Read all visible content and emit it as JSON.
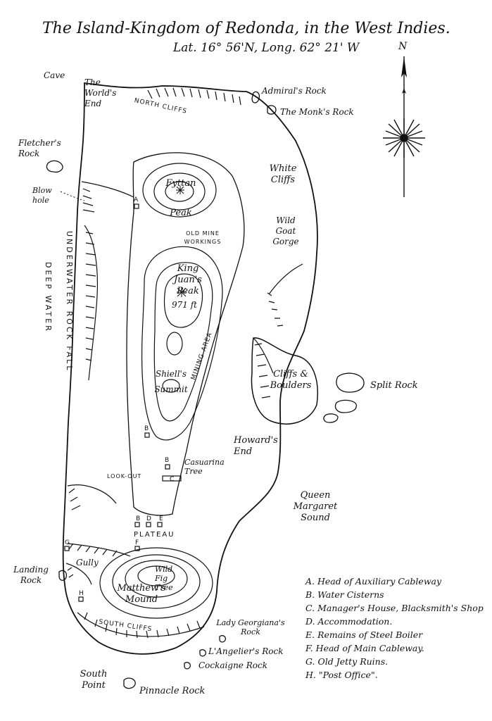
{
  "title": "The Island-Kingdom of Redonda, in the West Indies.",
  "coordinates": "Lat. 16° 56'N, Long. 62° 21' W",
  "compass": {
    "north_label": "N"
  },
  "labels": {
    "cave": "Cave",
    "worlds_end": "The World's End",
    "north_cliffs": "NORTH CLIFFS",
    "admirals_rock": "Admiral's Rock",
    "monks_rock": "The Monk's Rock",
    "fletchers_rock": "Fletcher's Rock",
    "white_cliffs": "White Cliffs",
    "blow_hole": "Blow hole",
    "fyttan_peak": "Fyttan Peak",
    "wild_goat_gorge": "Wild Goat Gorge",
    "old_mine_workings": "OLD MINE WORKINGS",
    "underwater_rock_fall": "UNDERWATER ROCK FALL",
    "deep_water": "DEEP WATER",
    "king_juans_peak": "King Juan's Peak",
    "elevation": "971 ft",
    "mining_area": "MINING AREA",
    "shiells_summit": "Shiell's Summit",
    "cliffs_boulders": "Cliffs & Boulders",
    "split_rock": "Split Rock",
    "howards_end": "Howard's End",
    "casuarina_tree": "Casuarina Tree",
    "look_out": "LOOK-OUT",
    "queen_margaret_sound": "Queen Margaret Sound",
    "plateau": "PLATEAU",
    "landing_rock": "Landing Rock",
    "gully": "Gully",
    "wild_fig_tree": "Wild Fig Tree",
    "matthews_mound": "Matthew's Mound",
    "south_cliffs": "SOUTH CLIFFS",
    "lady_georgianas_rock": "Lady Georgiana's Rock",
    "langeliers_rock": "L'Angelier's Rock",
    "cockaigne_rock": "Cockaigne Rock",
    "south_point": "South Point",
    "pinnacle_rock": "Pinnacle Rock"
  },
  "markers": {
    "a": "A",
    "b1": "B",
    "b2": "B",
    "b3": "B",
    "c": "C",
    "d": "D",
    "e": "E",
    "f": "F",
    "g": "G",
    "h": "H"
  },
  "legend": [
    "A. Head of Auxiliary Cableway",
    "B. Water Cisterns",
    "C. Manager's House, Blacksmith's Shop",
    "D. Accommodation.",
    "E. Remains of Steel Boiler",
    "F. Head of Main Cableway.",
    "G. Old Jetty Ruins.",
    "H. \"Post Office\"."
  ]
}
